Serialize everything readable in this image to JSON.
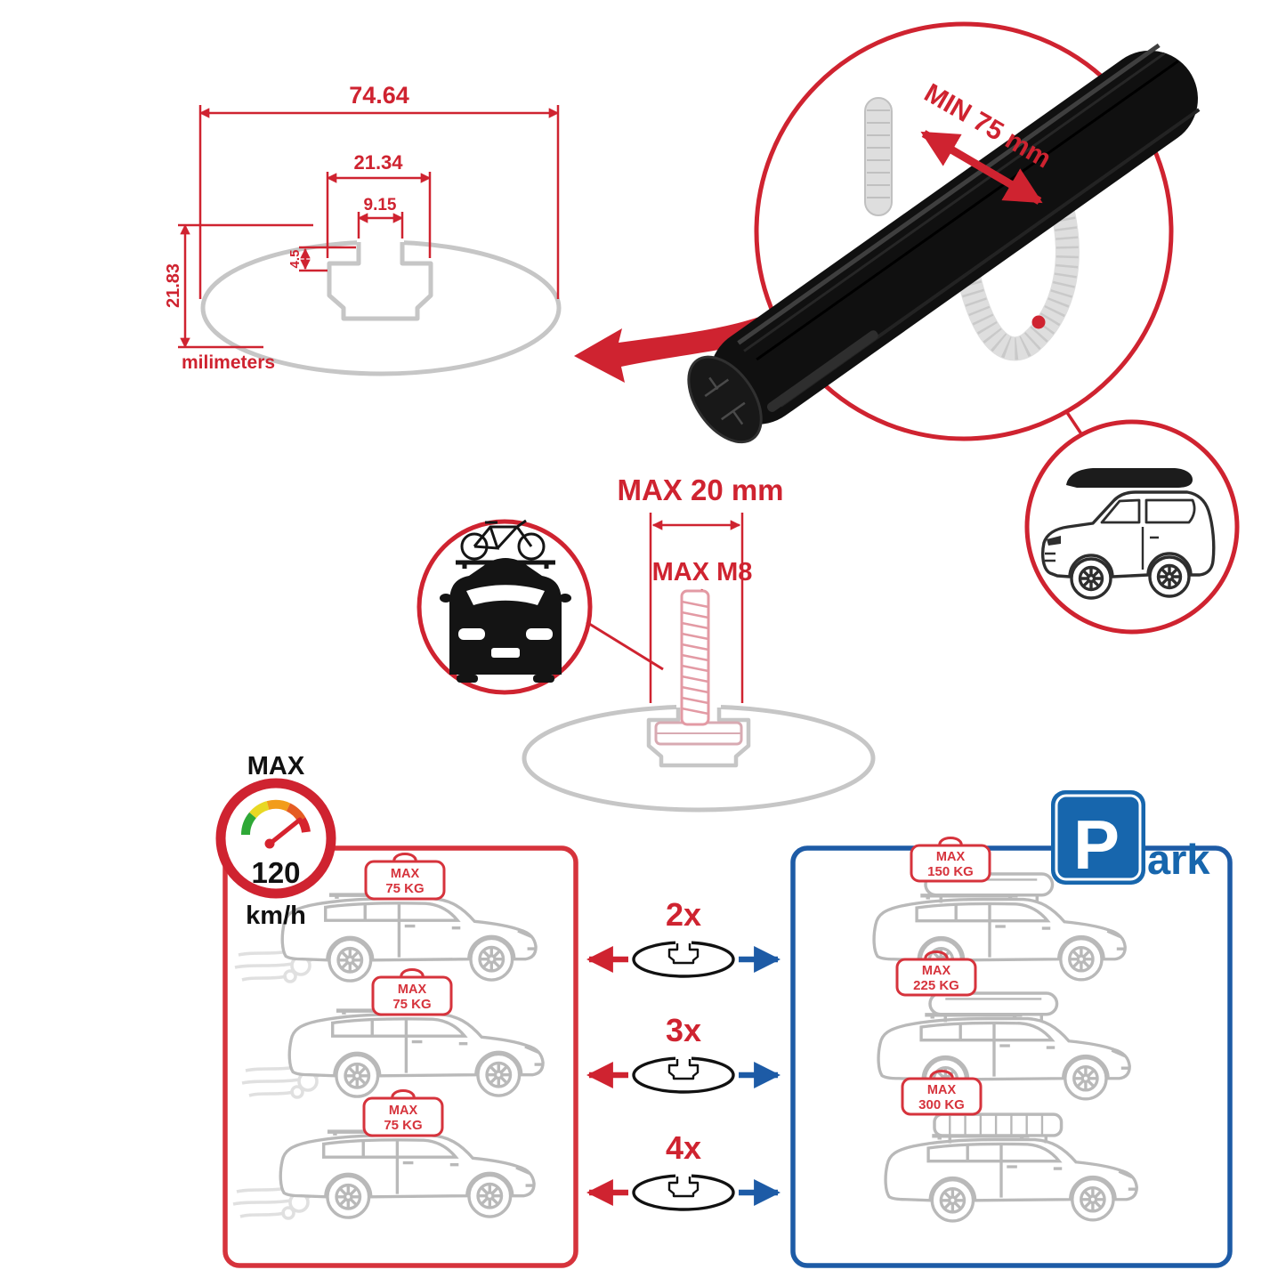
{
  "diagram": {
    "total_width": "74.64",
    "channel_outer_width": "21.34",
    "slot_width": "9.15",
    "lip_depth": "4.5",
    "profile_height": "21.83",
    "unit_label": "milimeters"
  },
  "clamp_detail": {
    "min_grip_label": "MIN 75 mm"
  },
  "bolt_detail": {
    "max_length_label": "MAX 20 mm",
    "max_thread_label": "MAX M8"
  },
  "speed_limit": {
    "title": "MAX",
    "value": "120",
    "unit": "km/h"
  },
  "park_sign": {
    "letter": "P",
    "suffix": "ark"
  },
  "multipliers": [
    "2x",
    "3x",
    "4x"
  ],
  "load_moving": [
    {
      "label": "MAX",
      "value": "75 KG"
    },
    {
      "label": "MAX",
      "value": "75 KG"
    },
    {
      "label": "MAX",
      "value": "75 KG"
    }
  ],
  "load_parked": [
    {
      "label": "MAX",
      "value": "150 KG"
    },
    {
      "label": "MAX",
      "value": "225 KG"
    },
    {
      "label": "MAX",
      "value": "300 KG"
    }
  ],
  "colors": {
    "red": "#cf2330",
    "panel_red": "#d6333c",
    "blue": "#1d5ba6",
    "sign_blue": "#1766ad",
    "gray": "#c6c6c6"
  }
}
